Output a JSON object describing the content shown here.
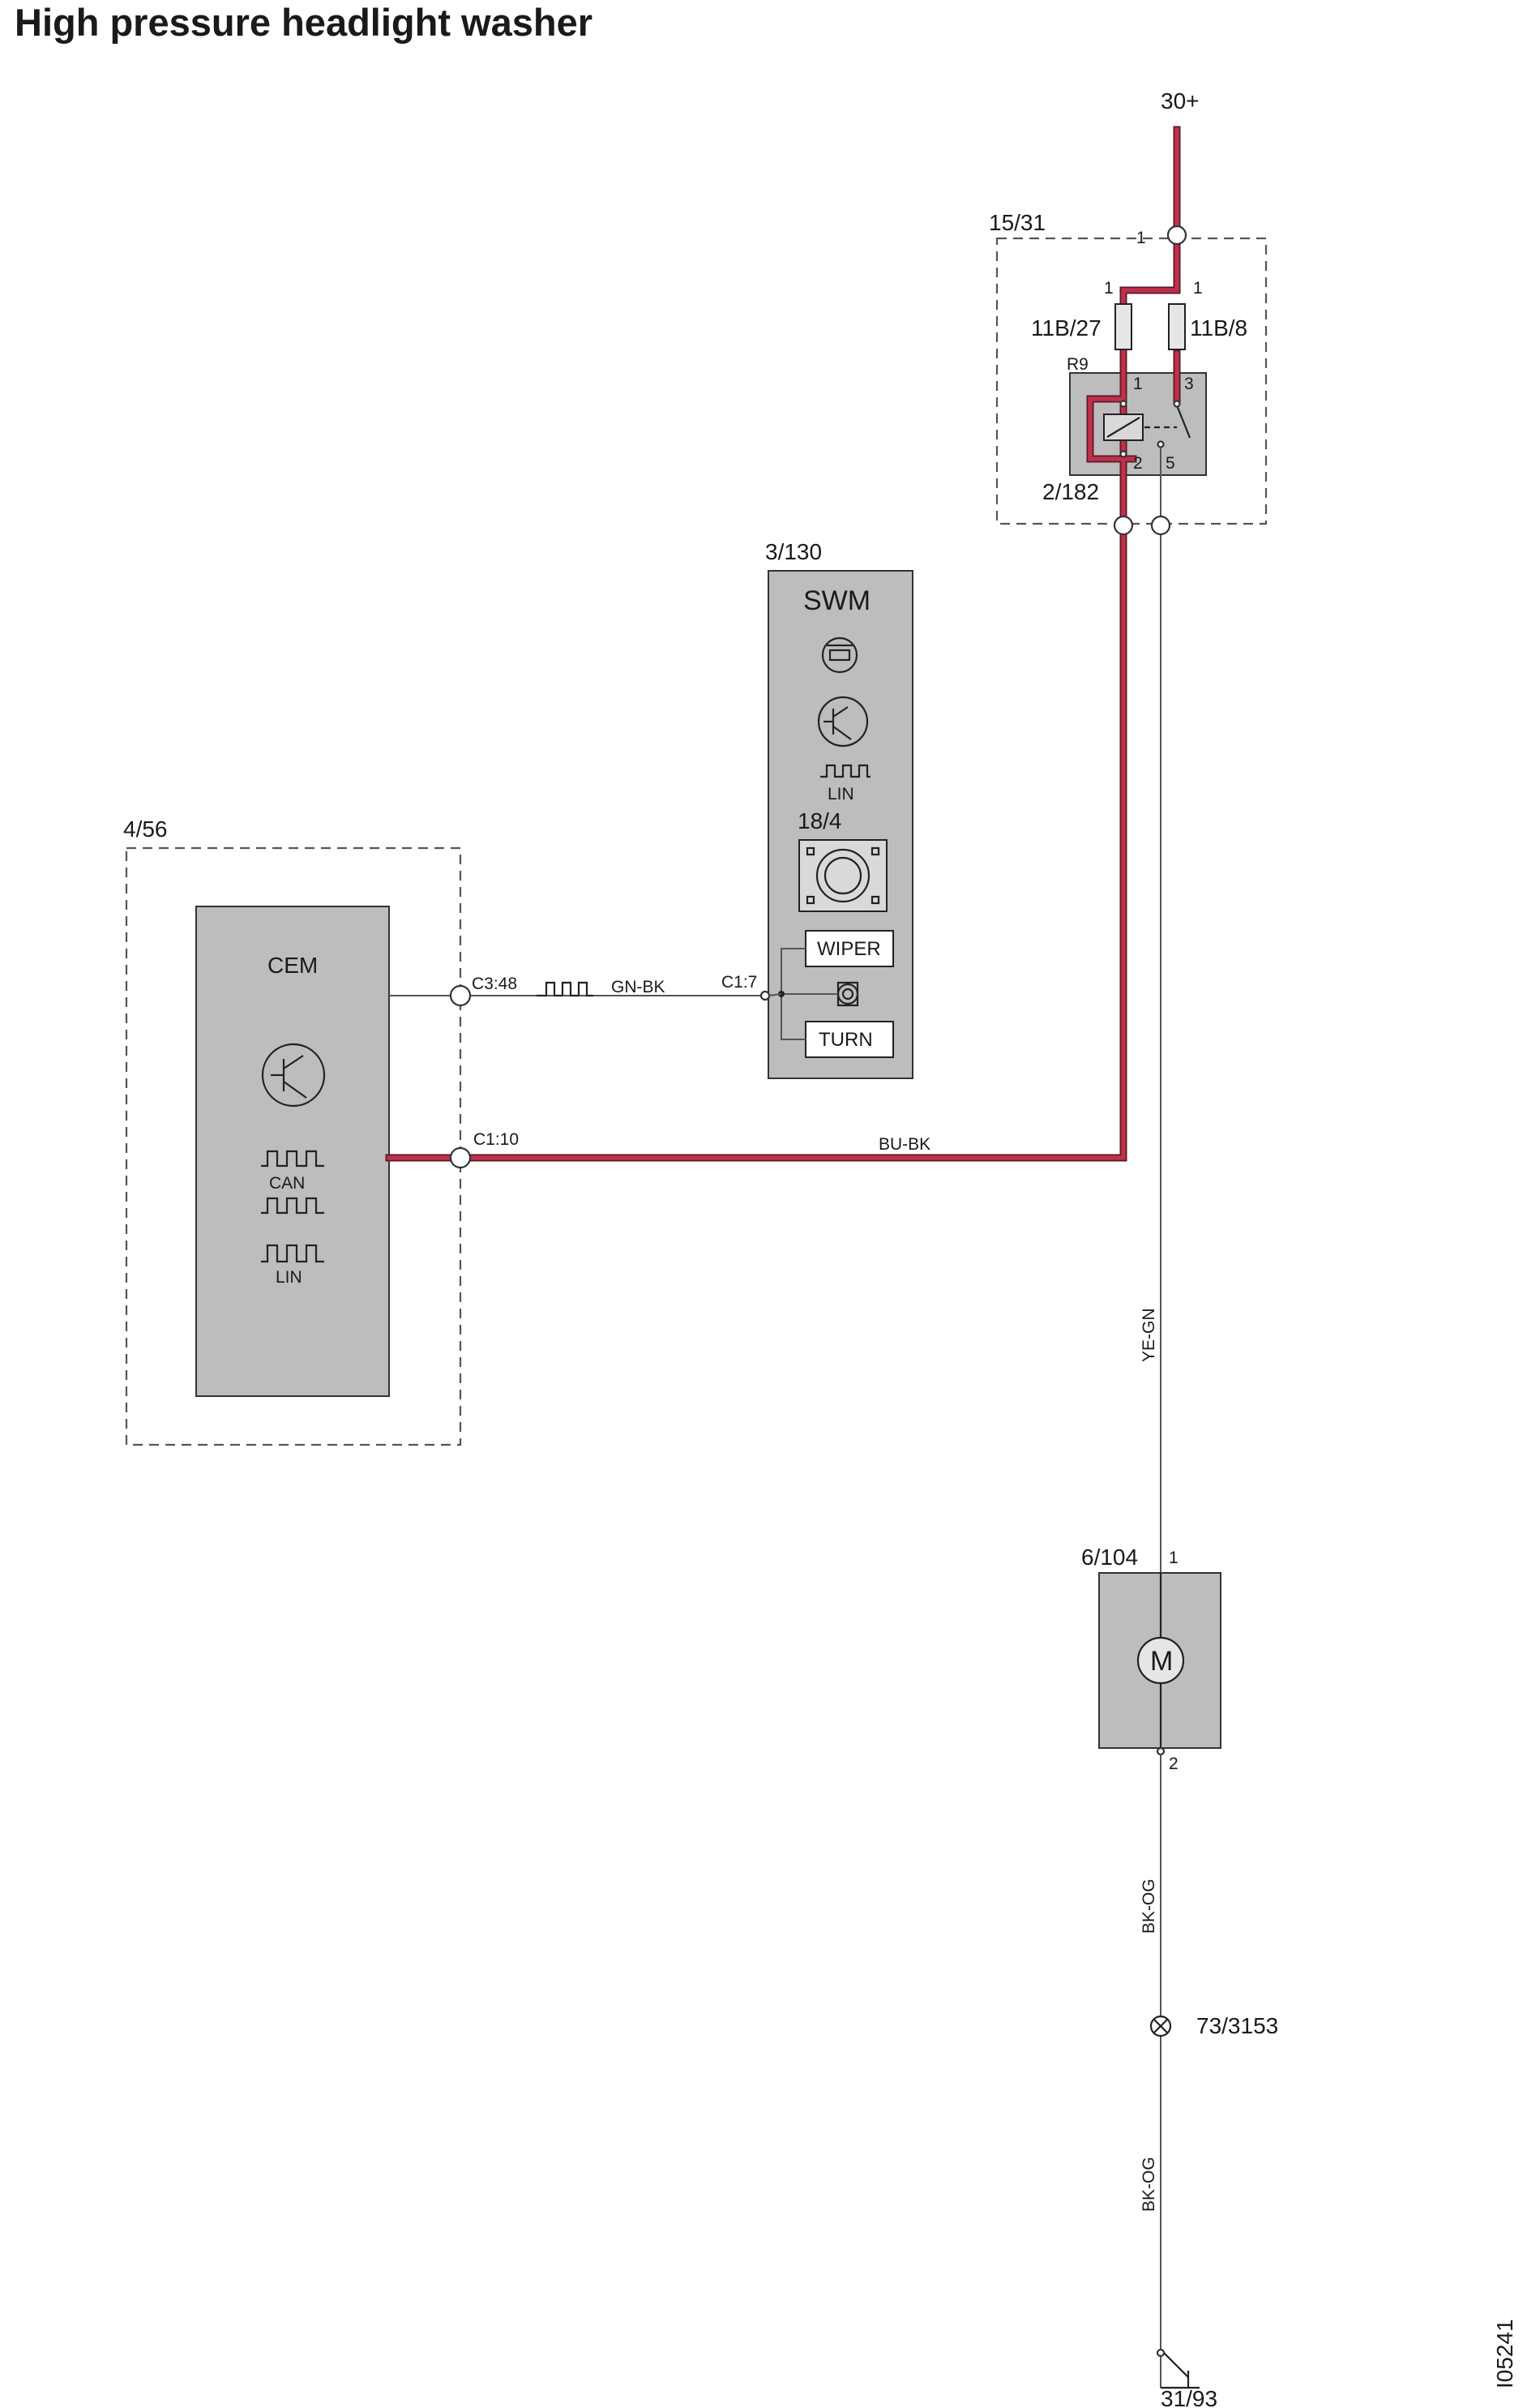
{
  "title": "High pressure headlight washer",
  "figure_id": "I05241",
  "supply": "30+",
  "ground": "31/93",
  "fuse_box": {
    "id": "15/31",
    "input_pin": "1",
    "fuse_left": {
      "id": "11B/27",
      "pin": "1"
    },
    "fuse_right": {
      "id": "11B/8",
      "pin": "1"
    },
    "relay": {
      "id": "R9",
      "pins": [
        "1",
        "3",
        "2",
        "5"
      ]
    },
    "connector": "2/182"
  },
  "swm": {
    "id": "3/130",
    "name": "SWM",
    "bus_label": "LIN",
    "switch_id": "18/4",
    "buttons": [
      "WIPER",
      "TURN"
    ],
    "pin": "C1:7"
  },
  "cem": {
    "id": "4/56",
    "name": "CEM",
    "bus_labels": [
      "CAN",
      "LIN"
    ],
    "pin_signal": "C3:48",
    "pin_relay": "C1:10"
  },
  "motor": {
    "id": "6/104",
    "symbol": "M",
    "pin_top": "1",
    "pin_bottom": "2"
  },
  "ground_point": "73/3153",
  "wires": {
    "cem_swm": "GN-BK",
    "cem_relay": "BU-BK",
    "relay_motor": "YE-GN",
    "motor_ground_1": "BK-OG",
    "motor_ground_2": "BK-OG"
  },
  "colors": {
    "powered_wire": "#c0304c",
    "module_fill": "#bdbdbd"
  }
}
